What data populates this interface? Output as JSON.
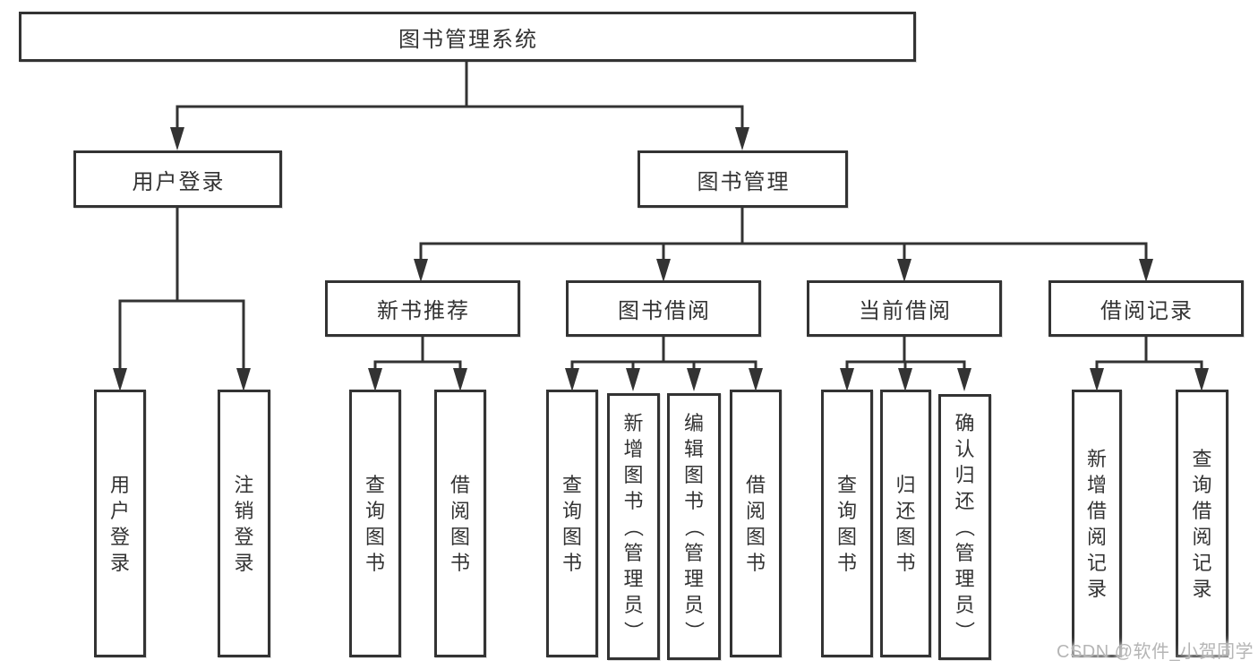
{
  "diagram": {
    "root": {
      "label": "图书管理系统"
    },
    "branches": [
      {
        "label": "用户登录",
        "leaves": [
          {
            "label": "用户登录"
          },
          {
            "label": "注销登录"
          }
        ]
      },
      {
        "label": "图书管理",
        "sections": [
          {
            "label": "新书推荐",
            "leaves": [
              {
                "label": "查询图书"
              },
              {
                "label": "借阅图书"
              }
            ]
          },
          {
            "label": "图书借阅",
            "leaves": [
              {
                "label": "查询图书"
              },
              {
                "label": "新增图书（管理员）"
              },
              {
                "label": "编辑图书（管理员）"
              },
              {
                "label": "借阅图书"
              }
            ]
          },
          {
            "label": "当前借阅",
            "leaves": [
              {
                "label": "查询图书"
              },
              {
                "label": "归还图书"
              },
              {
                "label": "确认归还（管理员）"
              }
            ]
          },
          {
            "label": "借阅记录",
            "leaves": [
              {
                "label": "新增借阅记录"
              },
              {
                "label": "查询借阅记录"
              }
            ]
          }
        ]
      }
    ]
  },
  "watermark": "CSDN @软件_小贺同学",
  "colors": {
    "line": "#333333",
    "box_border": "#333333",
    "text": "#333333",
    "watermark": "#b5b5b5",
    "background": "#ffffff"
  }
}
